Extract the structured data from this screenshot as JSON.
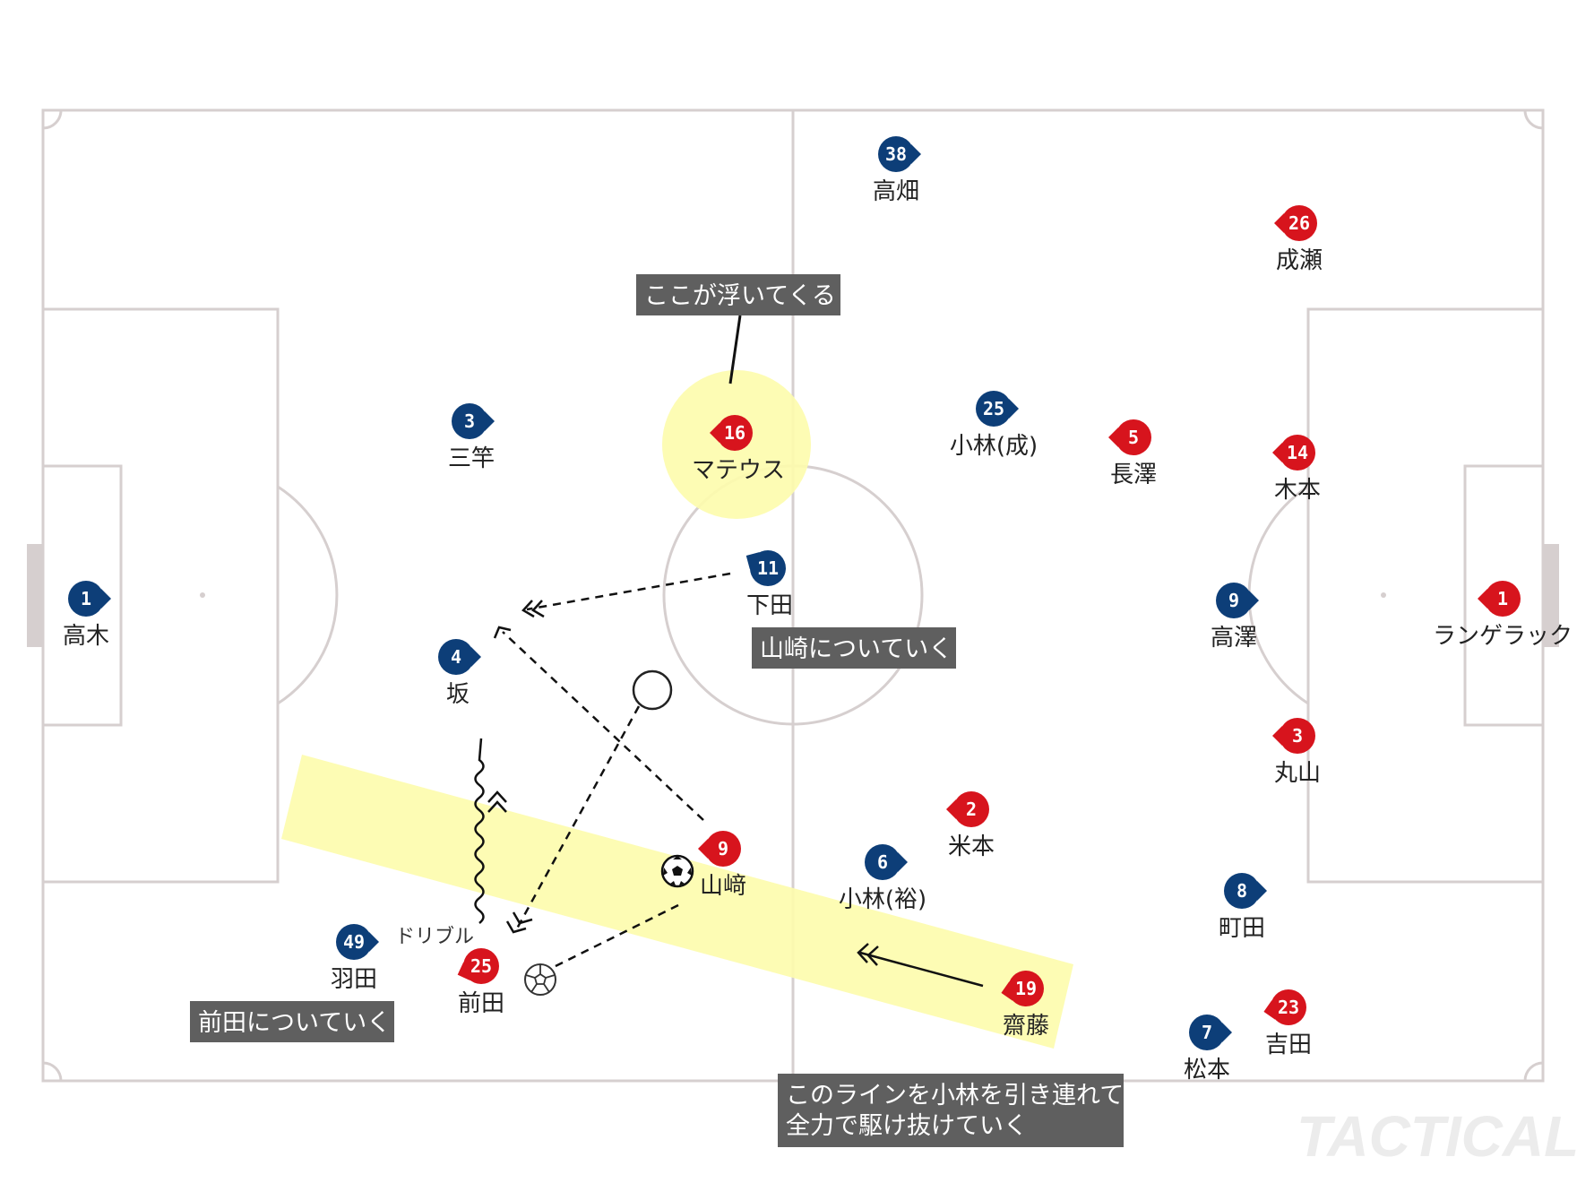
{
  "colors": {
    "blue": "#0d3e78",
    "red": "#d7141d",
    "line": "#d6cfcf",
    "highlight": "#fdfcae"
  },
  "teams": [
    {
      "team": "blue",
      "players": [
        {
          "num": "1",
          "name": "高木"
        },
        {
          "num": "38",
          "name": "高畑"
        },
        {
          "num": "3",
          "name": "三竿"
        },
        {
          "num": "25",
          "name": "小林(成)"
        },
        {
          "num": "11",
          "name": "下田"
        },
        {
          "num": "4",
          "name": "坂"
        },
        {
          "num": "9",
          "name": "高澤"
        },
        {
          "num": "6",
          "name": "小林(裕)"
        },
        {
          "num": "8",
          "name": "町田"
        },
        {
          "num": "49",
          "name": "羽田"
        },
        {
          "num": "7",
          "name": "松本"
        }
      ]
    },
    {
      "team": "red",
      "players": [
        {
          "num": "26",
          "name": "成瀬"
        },
        {
          "num": "16",
          "name": "マテウス"
        },
        {
          "num": "5",
          "name": "長澤"
        },
        {
          "num": "14",
          "name": "木本"
        },
        {
          "num": "1",
          "name": "ランゲラック"
        },
        {
          "num": "3",
          "name": "丸山"
        },
        {
          "num": "2",
          "name": "米本"
        },
        {
          "num": "9",
          "name": "山﨑"
        },
        {
          "num": "25",
          "name": "前田"
        },
        {
          "num": "19",
          "name": "齋藤"
        },
        {
          "num": "23",
          "name": "吉田"
        }
      ]
    }
  ],
  "notes": {
    "float": "ここが浮いてくる",
    "follow_yamazaki": "山崎についていく",
    "follow_maeda": "前田についていく",
    "line_1": "このラインを小林を引き連れて",
    "line_2": "全力で駆け抜けていく",
    "dribble": "ドリブル"
  },
  "watermark": "TACTICALista"
}
